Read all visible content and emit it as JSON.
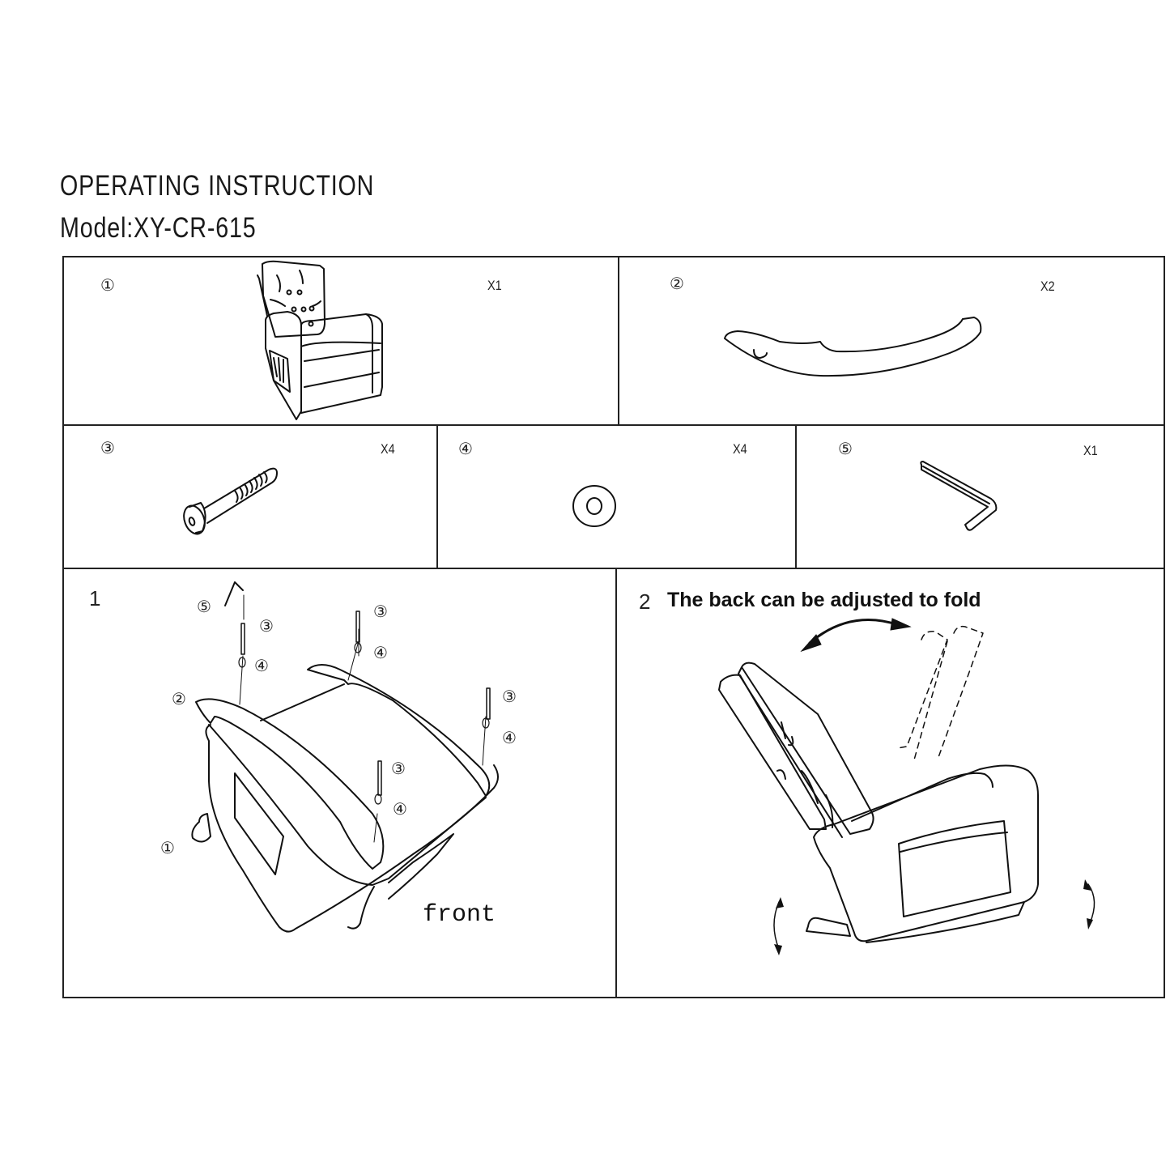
{
  "header": {
    "title": "OPERATING INSTRUCTION",
    "model": "Model:XY-CR-615"
  },
  "parts": [
    {
      "id": "①",
      "name": "recliner-chair",
      "icon": "chair-icon",
      "quantity": "X1"
    },
    {
      "id": "②",
      "name": "rocker-rail",
      "icon": "curved-rail-icon",
      "quantity": "X2"
    },
    {
      "id": "③",
      "name": "bolt",
      "icon": "bolt-icon",
      "quantity": "X4"
    },
    {
      "id": "④",
      "name": "washer",
      "icon": "washer-icon",
      "quantity": "X4"
    },
    {
      "id": "⑤",
      "name": "allen-key",
      "icon": "allen-key-icon",
      "quantity": "X1"
    }
  ],
  "steps": [
    {
      "number": "1",
      "title": "",
      "labels": {
        "allen_key": "⑤",
        "bolt": "③",
        "washer": "④",
        "rail": "②",
        "chair": "①",
        "front": "front"
      }
    },
    {
      "number": "2",
      "title": "The back can be adjusted to fold"
    }
  ],
  "colors": {
    "line": "#111111",
    "background": "#ffffff"
  }
}
